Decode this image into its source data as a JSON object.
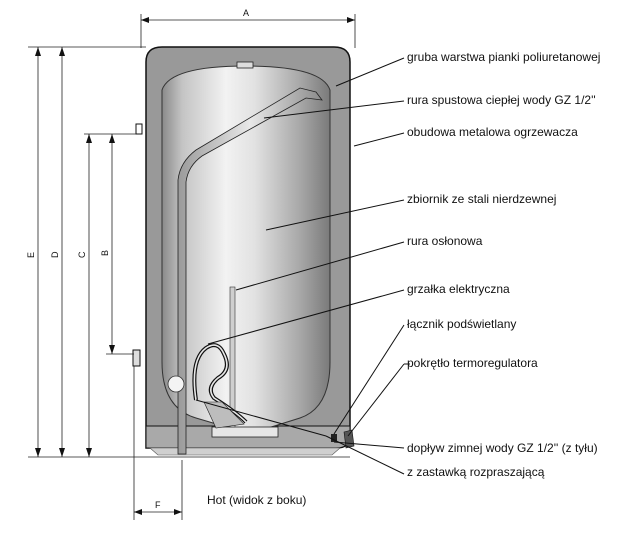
{
  "diagram": {
    "dimensions": {
      "A": "A",
      "B": "B",
      "C": "C",
      "D": "D",
      "E": "E",
      "F": "F"
    },
    "labels": {
      "foam": "gruba warstwa pianki poliuretanowej",
      "hot_pipe": "rura spustowa ciepłej wody GZ 1/2''",
      "casing": "obudowa metalowa ogrzewacza",
      "tank": "zbiornik ze stali nierdzewnej",
      "sleeve": "rura osłonowa",
      "heater": "grzałka elektryczna",
      "lamp_switch": "łącznik podświetlany",
      "thermostat": "pokrętło termoregulatora",
      "cold_inlet_1": "dopływ zimnej wody GZ 1/2'' (z tyłu)",
      "cold_inlet_2": "z zastawką rozpraszającą"
    },
    "caption": "Hot (widok z boku)"
  }
}
